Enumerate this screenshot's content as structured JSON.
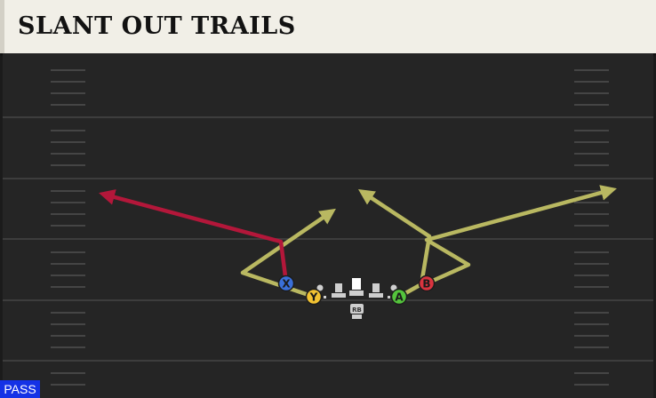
{
  "play": {
    "title": "SLANT OUT TRAILS",
    "type_tag": "PASS"
  },
  "colors": {
    "field": "#252525",
    "yard_line": "#3d3d3d",
    "hash": "#444444",
    "route_yellow": "#b9b861",
    "route_red": "#b3173a",
    "lineman": "#cfcfcf"
  },
  "players": [
    {
      "id": "X",
      "label": "X",
      "color": "#3a6fd8",
      "route": "red-deep-corner-after-slant"
    },
    {
      "id": "Y",
      "label": "Y",
      "color": "#f1c232",
      "route": "yellow-slant-then-flat"
    },
    {
      "id": "A",
      "label": "A",
      "color": "#54c33c",
      "route": "yellow-seam-angle"
    },
    {
      "id": "B",
      "label": "B",
      "color": "#d9343f",
      "route": "yellow-out-then-corner"
    },
    {
      "id": "RB",
      "label": "RB",
      "color": "#cfcfcf",
      "route": "none"
    }
  ],
  "icons": {
    "lineman": "lineman-marker-icon",
    "center": "center-marker-icon"
  }
}
